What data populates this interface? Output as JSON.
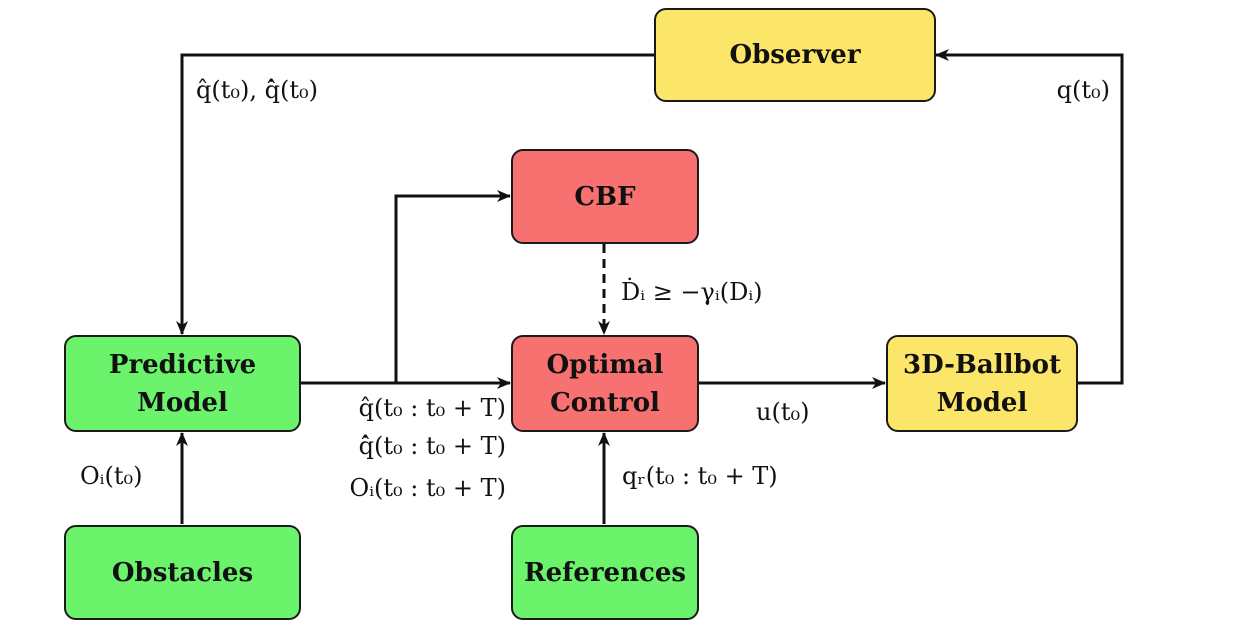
{
  "colors": {
    "green": "#6cf36c",
    "red": "#f87171",
    "yellow": "#fbe66a",
    "stroke": "#111111"
  },
  "blocks": {
    "observer": "Observer",
    "cbf": "CBF",
    "predictive_model": [
      "Predictive",
      "Model"
    ],
    "optimal_control": [
      "Optimal",
      "Control"
    ],
    "ballbot_model": [
      "3D-Ballbot",
      "Model"
    ],
    "obstacles": "Obstacles",
    "references": "References"
  },
  "signals": {
    "observer_to_predictive": "q̂(t₀), q̂̇(t₀)",
    "ballbot_to_observer": "q(t₀)",
    "cbf_constraint": "Ḋᵢ ≥ −γᵢ(Dᵢ)",
    "predicted_state": "q̂(t₀ : t₀ + T)",
    "predicted_velocity": "q̂̇(t₀ : t₀ + T)",
    "predicted_obstacles": "Oᵢ(t₀ : t₀ + T)",
    "control_input": "u(t₀)",
    "obstacle_input": "Oᵢ(t₀)",
    "reference_input": "qᵣ(t₀ : t₀ + T)"
  }
}
